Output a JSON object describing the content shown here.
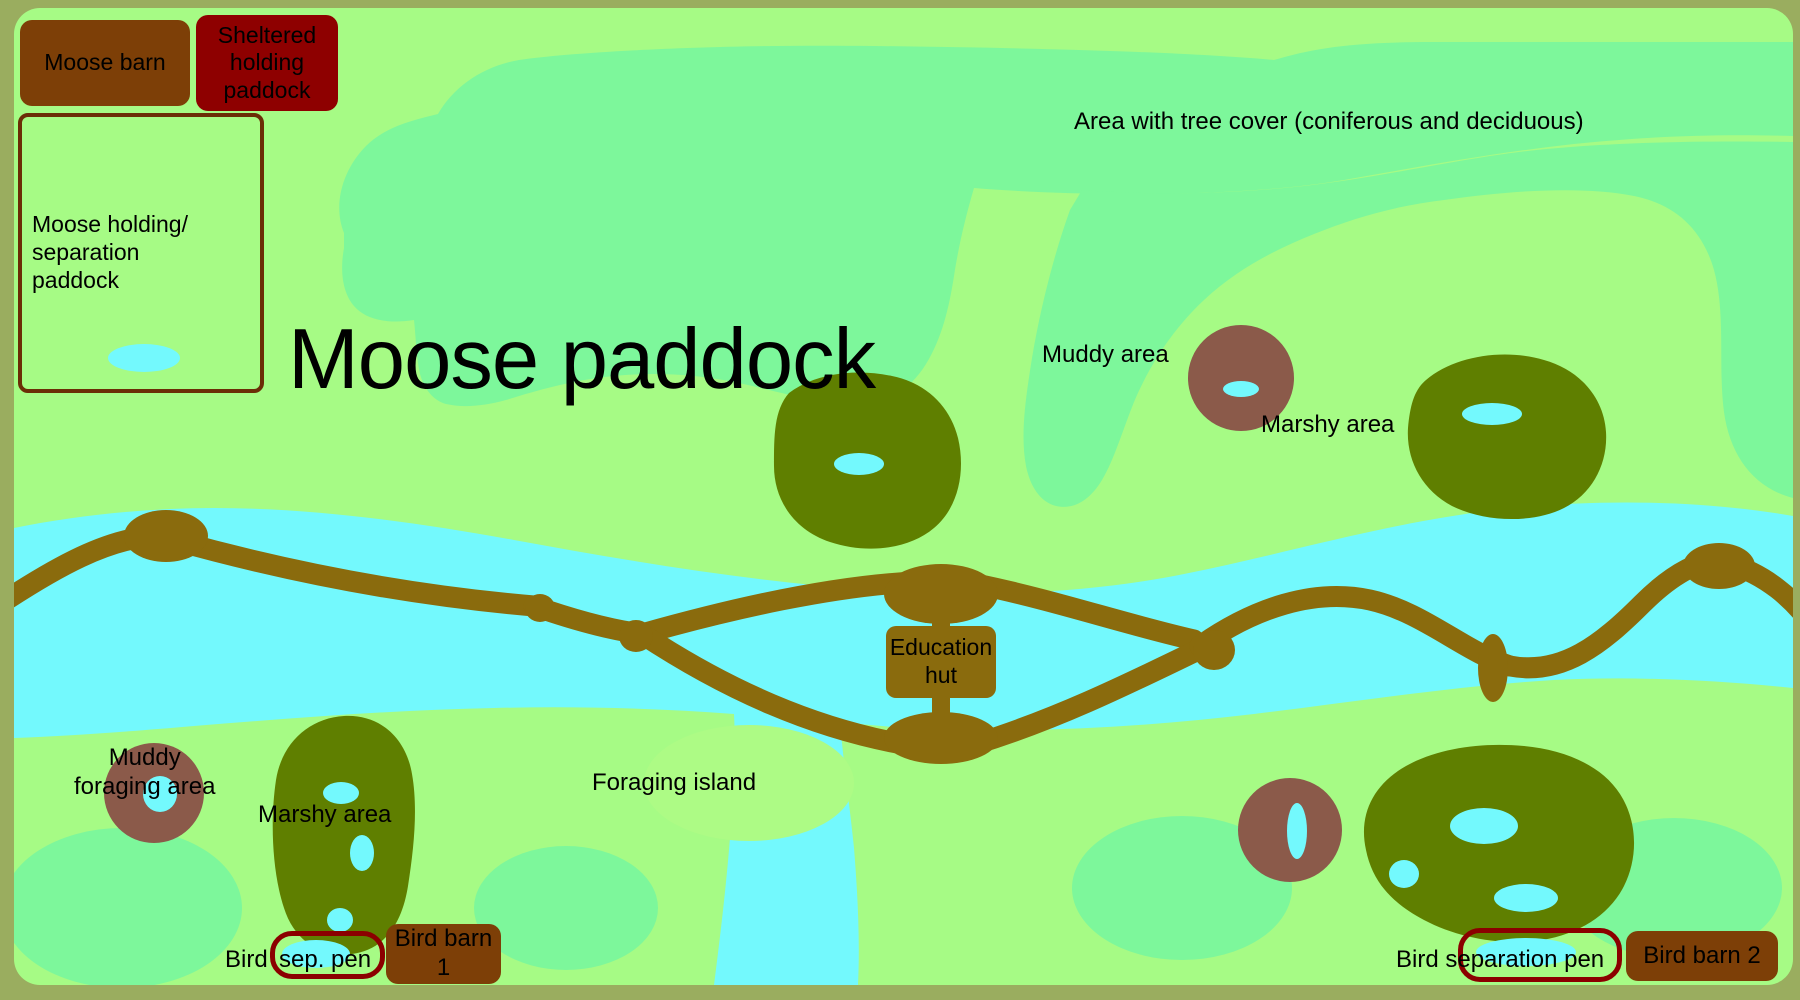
{
  "diagram": {
    "title": "Moose paddock",
    "colors": {
      "surround_olive": "#9aad5f",
      "field_green": "#a6fb85",
      "tree_cover_green": "#7df79b",
      "water_cyan": "#73f9fd",
      "marsh_olive": "#5f7f00",
      "mud_brown": "#8b5a4a",
      "path_brown": "#8a6b0d",
      "barn_brown": "#7d3f07",
      "shelter_darkred": "#8e0000",
      "outline_brown": "#6b2e06",
      "outline_red": "#8b0000"
    },
    "structures": [
      {
        "name": "moose-barn",
        "label": "Moose barn",
        "style": "brown-box"
      },
      {
        "name": "sheltered-holding",
        "label": "Sheltered\nholding\npaddock",
        "style": "darkred-box"
      },
      {
        "name": "moose-holding-paddock",
        "label": "Moose holding/\nseparation\npaddock",
        "style": "brown-outline"
      },
      {
        "name": "education-hut",
        "label": "Education\nhut",
        "style": "path-box"
      },
      {
        "name": "bird-barn-1",
        "label": "Bird barn 1",
        "style": "brown-box"
      },
      {
        "name": "bird-barn-2",
        "label": "Bird barn 2",
        "style": "brown-box"
      },
      {
        "name": "bird-separation-pen-1",
        "label": "sep. pen",
        "style": "red-outline"
      },
      {
        "name": "bird-separation-pen-2",
        "label": "Bird separation pen",
        "style": "red-outline"
      }
    ],
    "labels": {
      "tree_cover": "Area with tree cover (coniferous and deciduous)",
      "muddy_area_ne": "Muddy area",
      "marshy_area_ne": "Marshy area",
      "marshy_area_sw": "Marshy area",
      "muddy_foraging_area": "Muddy\nforaging area",
      "foraging_island": "Foraging island",
      "bird_prefix_left": "Bird",
      "bird_sep_pen_left": "sep. pen",
      "bird_barn_1": "Bird barn 1",
      "bird_sep_pen_right": "Bird separation pen",
      "bird_barn_2": "Bird barn 2",
      "moose_barn": "Moose barn",
      "sheltered_holding_paddock": "Sheltered\nholding\npaddock",
      "moose_holding_separation_paddock": "Moose holding/\nseparation\npaddock",
      "education_hut": "Education\nhut"
    },
    "features": {
      "tree_cover_regions": 2,
      "river_count": 1,
      "stream_count": 1,
      "path_nodes": 7,
      "marshy_patches": 4,
      "muddy_patches": 3,
      "water_pools": 11,
      "clearings": 4
    }
  }
}
